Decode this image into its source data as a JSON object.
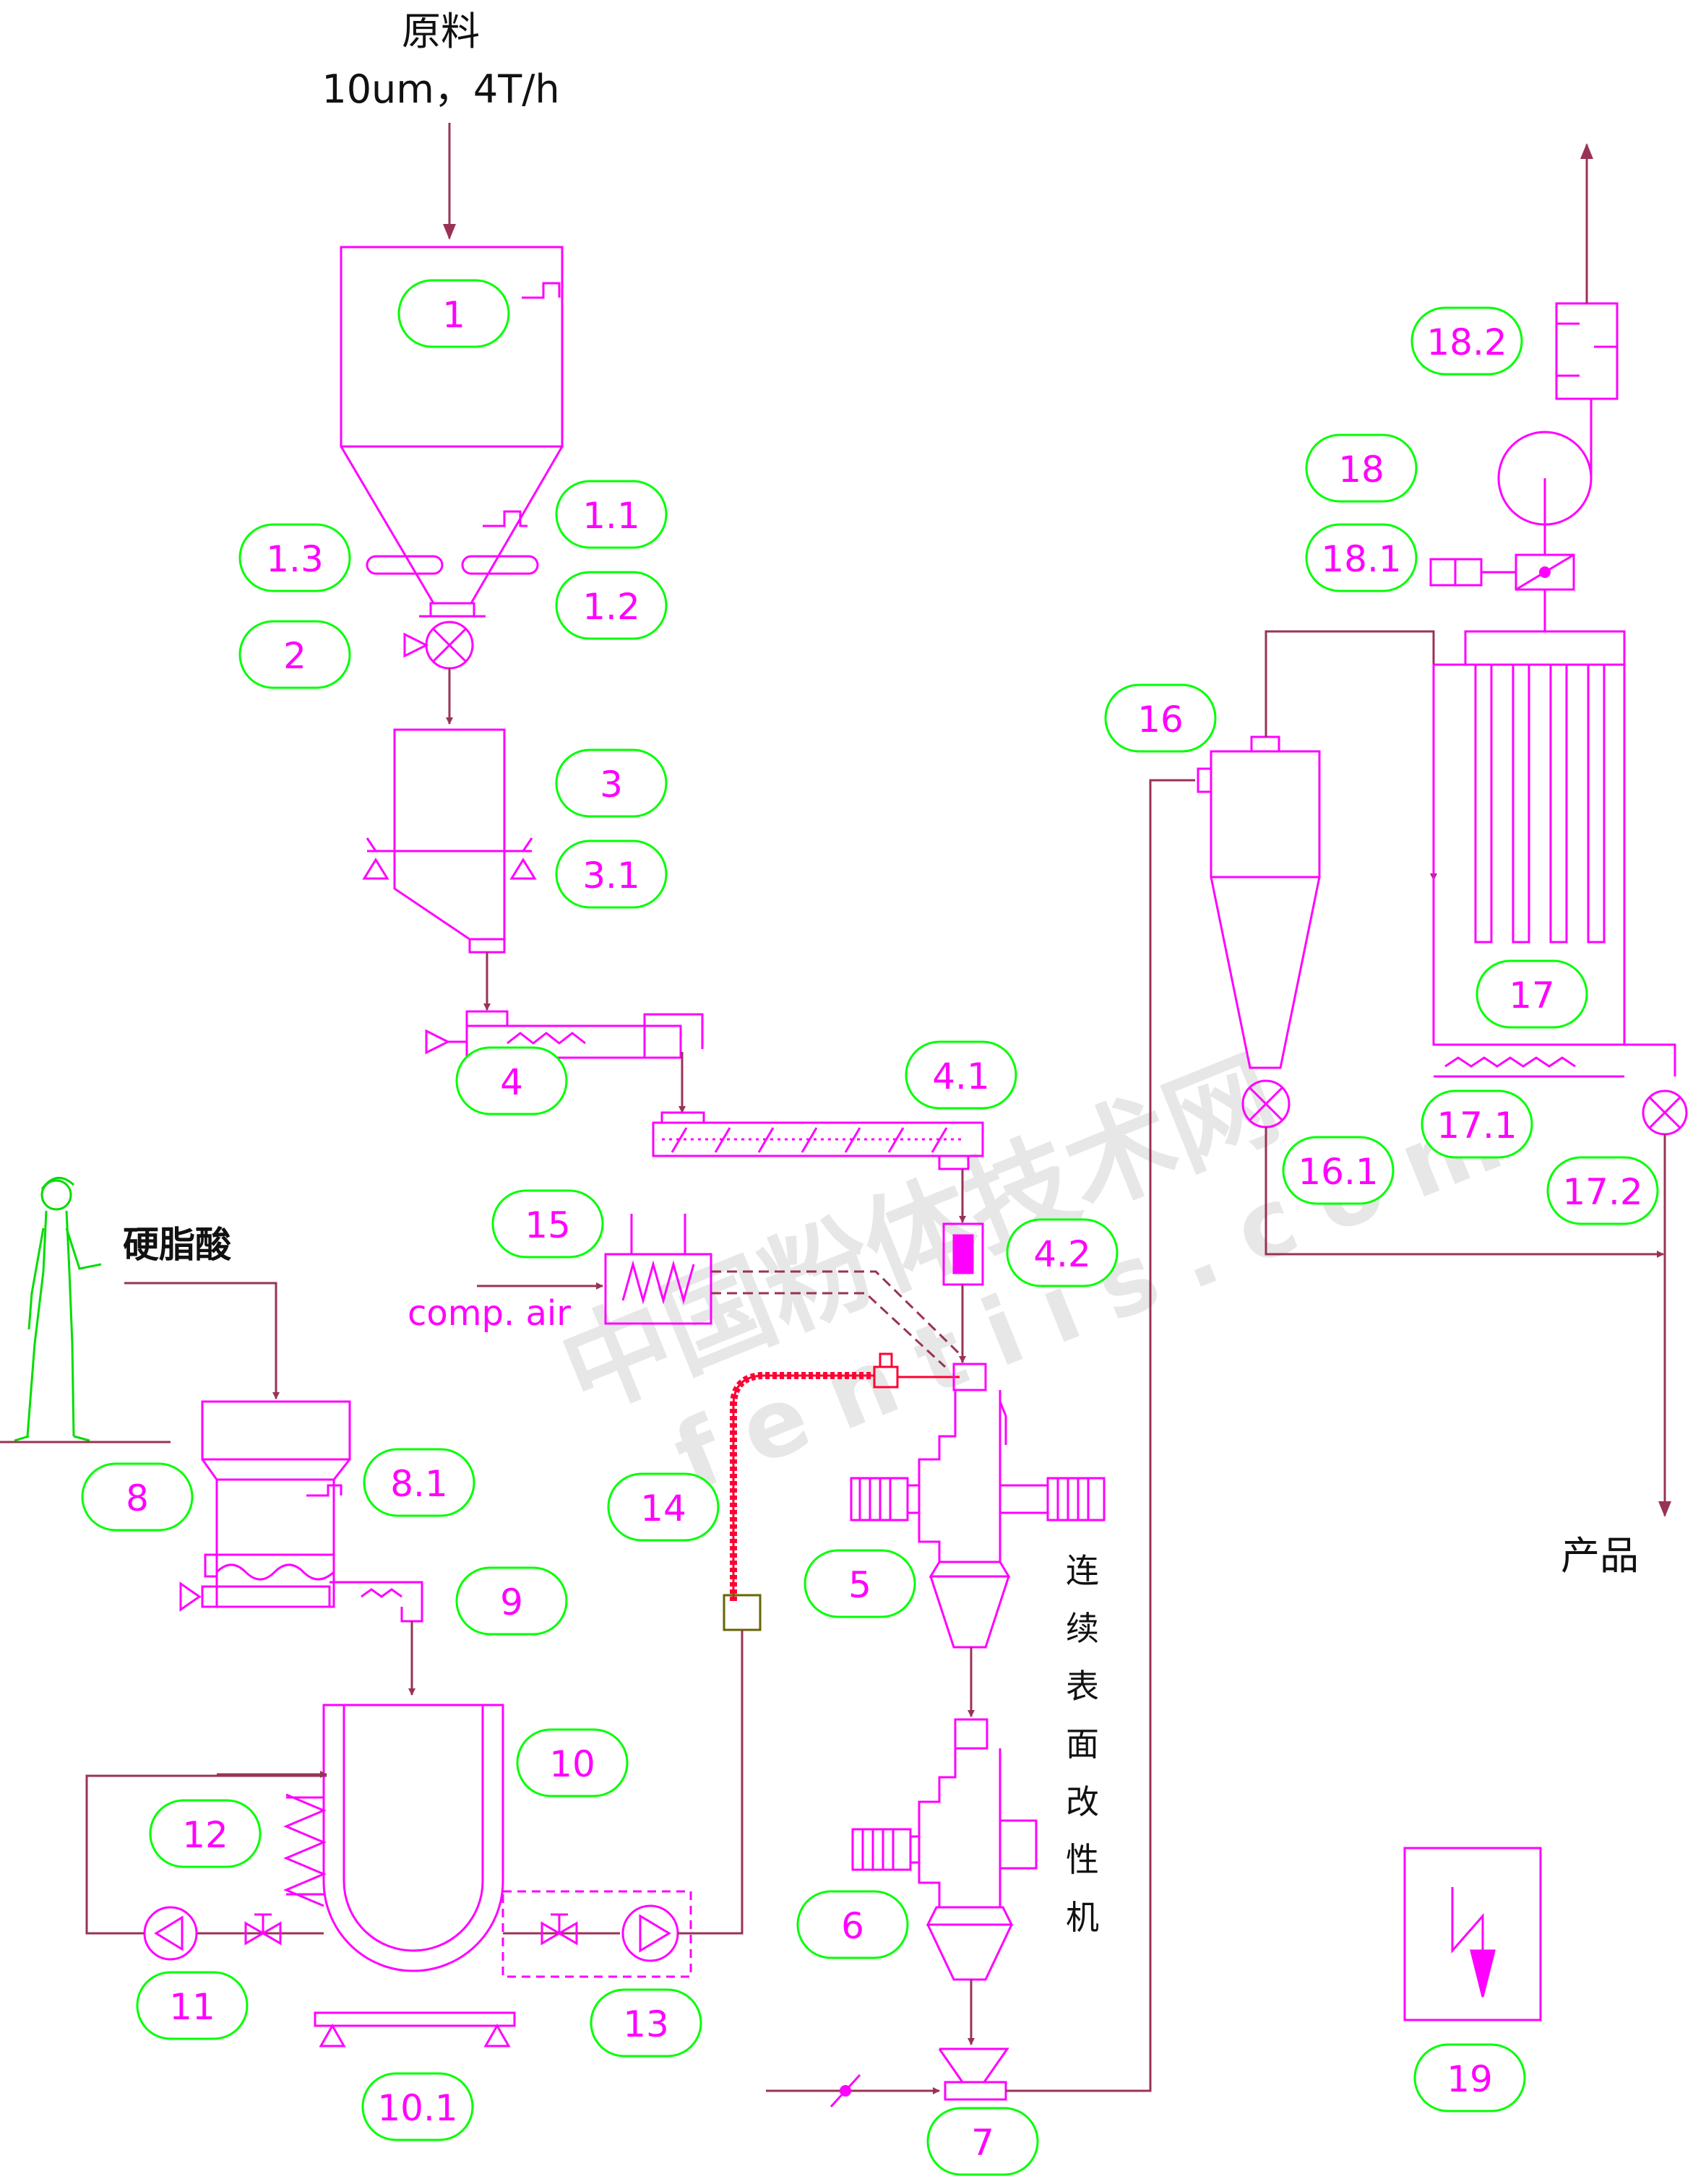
{
  "raw_material_label": "原料",
  "feed_spec": "10um，4T/h",
  "stearic_acid_label": "硬脂酸",
  "compressed_air_label": "comp. air",
  "machine_label_chars": [
    "连",
    "续",
    "表",
    "面",
    "改",
    "性",
    "机"
  ],
  "product_label": "产品",
  "watermark": {
    "cn": "中国粉体技术网",
    "en": "fentiis.com"
  },
  "equipment_tags": [
    "1",
    "1.1",
    "1.2",
    "1.3",
    "2",
    "3",
    "3.1",
    "4",
    "4.1",
    "4.2",
    "5",
    "6",
    "7",
    "8",
    "8.1",
    "9",
    "10",
    "10.1",
    "11",
    "12",
    "13",
    "14",
    "15",
    "16",
    "16.1",
    "17",
    "17.1",
    "17.2",
    "18",
    "18.1",
    "18.2",
    "19"
  ],
  "colors": {
    "equipment": "#ff00ff",
    "flow_line": "#993355",
    "tag_border": "#00ff00",
    "heater_coil": "#ff0033",
    "operator": "#00dd00"
  }
}
